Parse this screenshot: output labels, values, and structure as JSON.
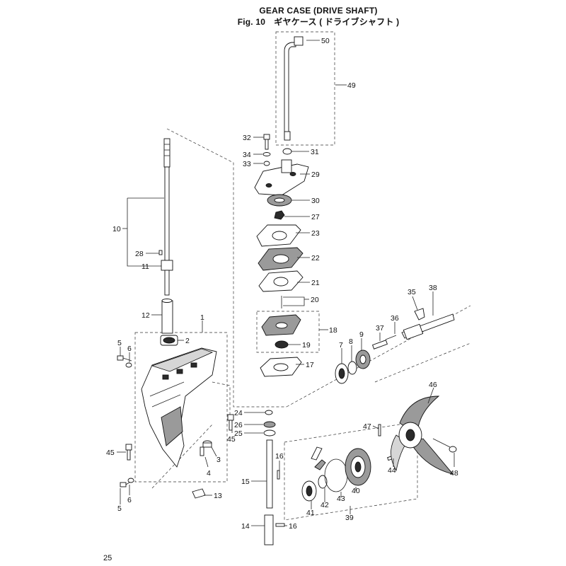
{
  "header": {
    "title_en": "GEAR CASE (DRIVE SHAFT)",
    "title_fig": "Fig. 10　ギヤケース ( ドライブシャフト )"
  },
  "page_number": "25",
  "callouts": {
    "c1": "1",
    "c2": "2",
    "c3": "3",
    "c4": "4",
    "c5a": "5",
    "c5b": "5",
    "c6a": "6",
    "c6b": "6",
    "c7": "7",
    "c8": "8",
    "c9": "9",
    "c10": "10",
    "c11": "11",
    "c12": "12",
    "c13": "13",
    "c14": "14",
    "c15": "15",
    "c16a": "16",
    "c16b": "16",
    "c17": "17",
    "c18": "18",
    "c19": "19",
    "c20": "20",
    "c21": "21",
    "c22": "22",
    "c23": "23",
    "c24": "24",
    "c25": "25",
    "c26": "26",
    "c27": "27",
    "c28": "28",
    "c29": "29",
    "c30": "30",
    "c31": "31",
    "c32": "32",
    "c33": "33",
    "c34": "34",
    "c35": "35",
    "c36": "36",
    "c37": "37",
    "c38": "38",
    "c39": "39",
    "c40": "40",
    "c41": "41",
    "c42": "42",
    "c43": "43",
    "c44": "44",
    "c45a": "45",
    "c45b": "45",
    "c46": "46",
    "c47": "47",
    "c48": "48",
    "c49": "49",
    "c50": "50"
  },
  "colors": {
    "ink": "#111111",
    "shade": "#2b2b2b",
    "paper": "#ffffff"
  }
}
